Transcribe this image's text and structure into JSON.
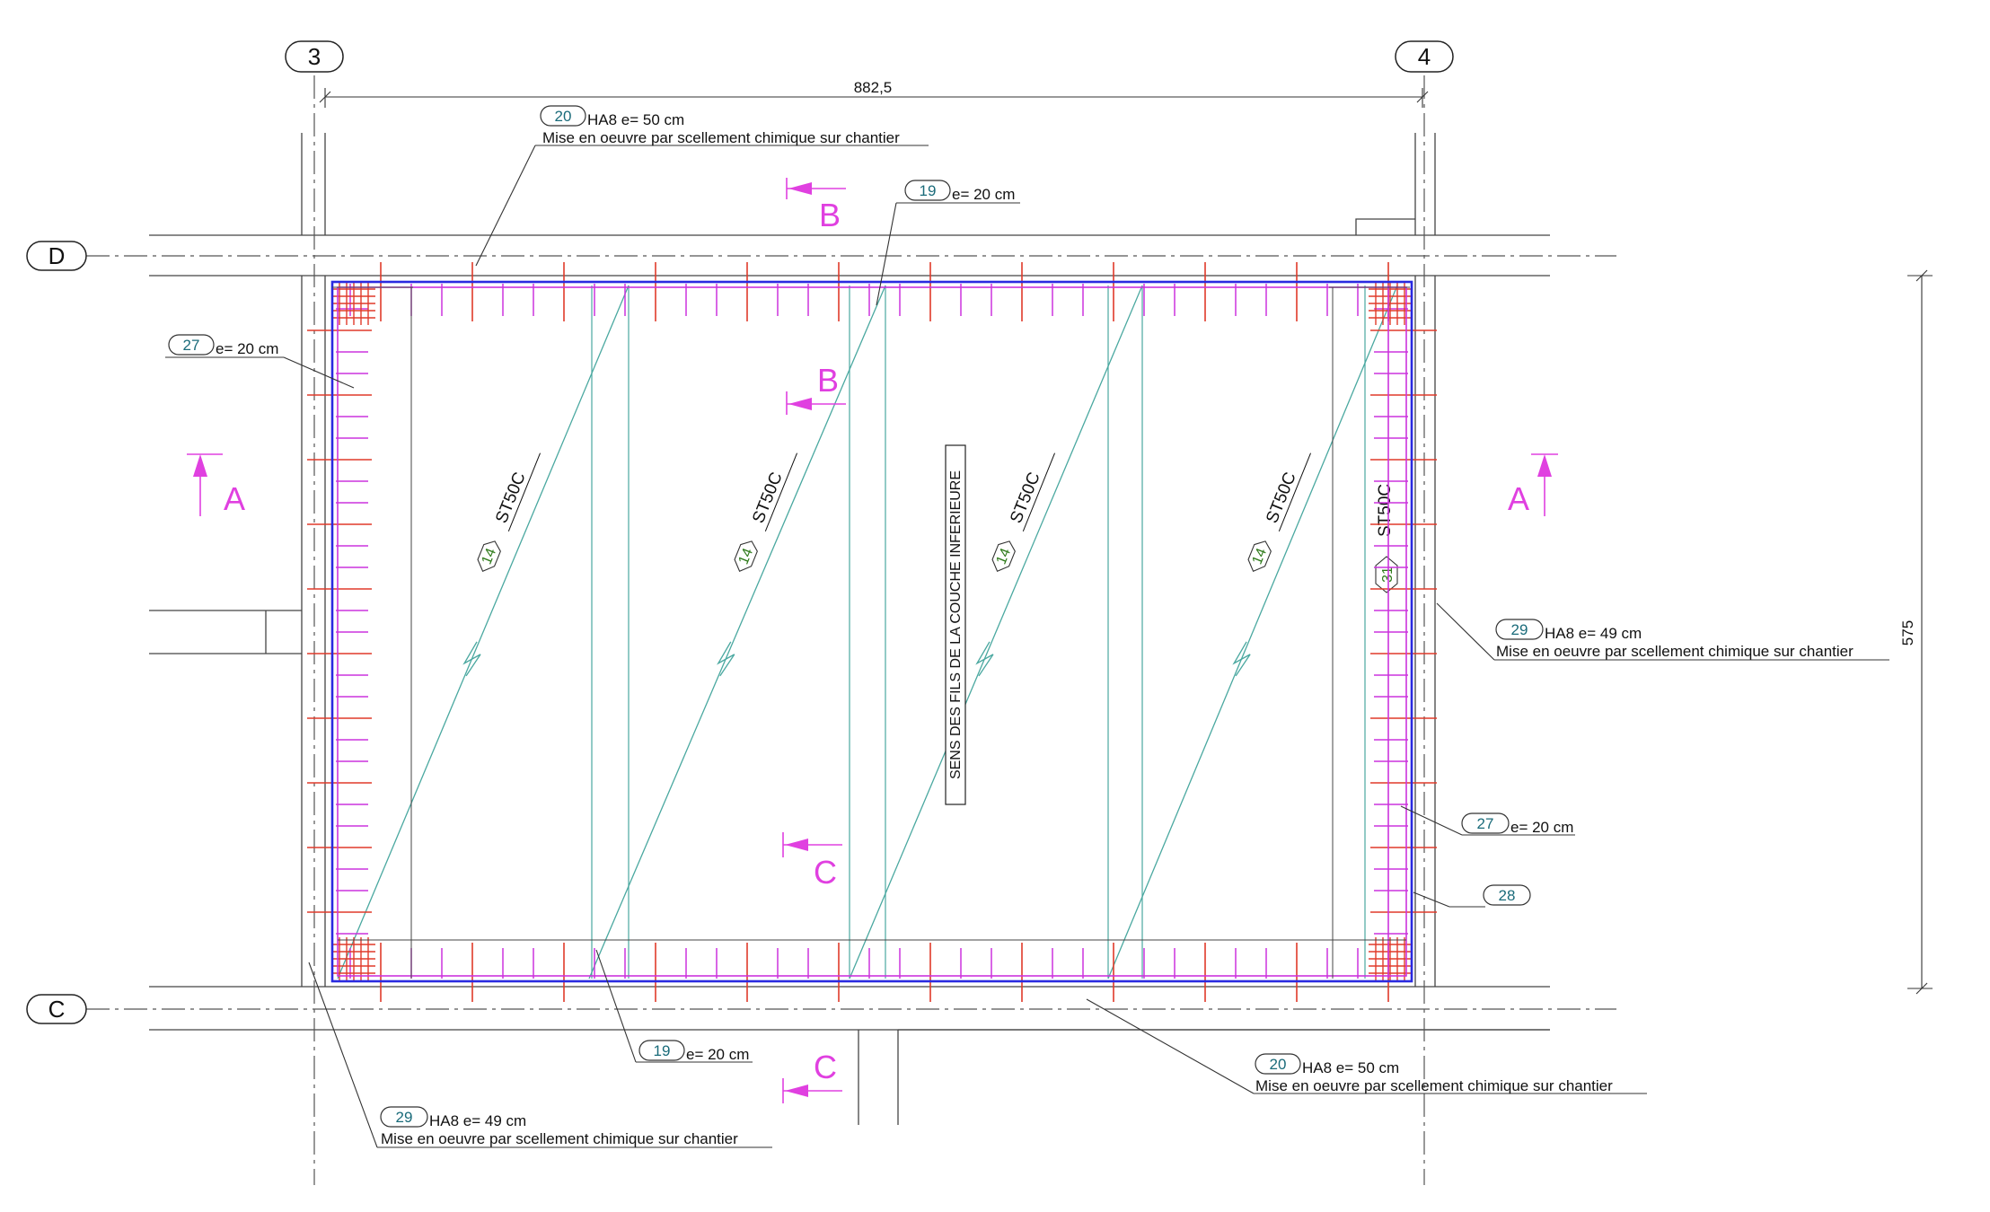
{
  "gridlines": {
    "col_3": "3",
    "col_4": "4",
    "row_D": "D",
    "row_C": "C"
  },
  "dimensions": {
    "width": "882,5",
    "height": "575"
  },
  "section_marks": {
    "A": "A",
    "B": "B",
    "C": "C"
  },
  "callouts": {
    "c20_top": {
      "mark": "20",
      "line1": "HA8 e= 50 cm",
      "line2": "Mise en oeuvre par scellement chimique sur chantier"
    },
    "c19_top": {
      "mark": "19",
      "line1": "e= 20 cm"
    },
    "c27_left": {
      "mark": "27",
      "line1": "e= 20 cm"
    },
    "c29_right": {
      "mark": "29",
      "line1": "HA8 e= 49 cm",
      "line2": "Mise en oeuvre par scellement chimique sur chantier"
    },
    "c27_right": {
      "mark": "27",
      "line1": "e= 20 cm"
    },
    "c28_right": {
      "mark": "28"
    },
    "c19_bottom": {
      "mark": "19",
      "line1": "e= 20 cm"
    },
    "c20_bottom": {
      "mark": "20",
      "line1": "HA8 e= 50 cm",
      "line2": "Mise en oeuvre par scellement chimique sur chantier"
    },
    "c29_bottom": {
      "mark": "29",
      "line1": "HA8 e= 49 cm",
      "line2": "Mise en oeuvre par scellement chimique sur chantier"
    }
  },
  "mesh": {
    "label": "ST50C",
    "mark": "14",
    "edge_mark": "31"
  },
  "direction_note": "SENS DES FILS DE LA COUCHE INFERIEURE",
  "colors": {
    "slab_outline": "#2a2ae0",
    "magenta_rebar": "#cc33dd",
    "red_rebar": "#e03a2a",
    "mesh_line": "#4aa8a0",
    "section_mark": "#e040e0",
    "mark_text_teal": "#1a6b7a",
    "mark_text_green": "#2e7a1a"
  }
}
